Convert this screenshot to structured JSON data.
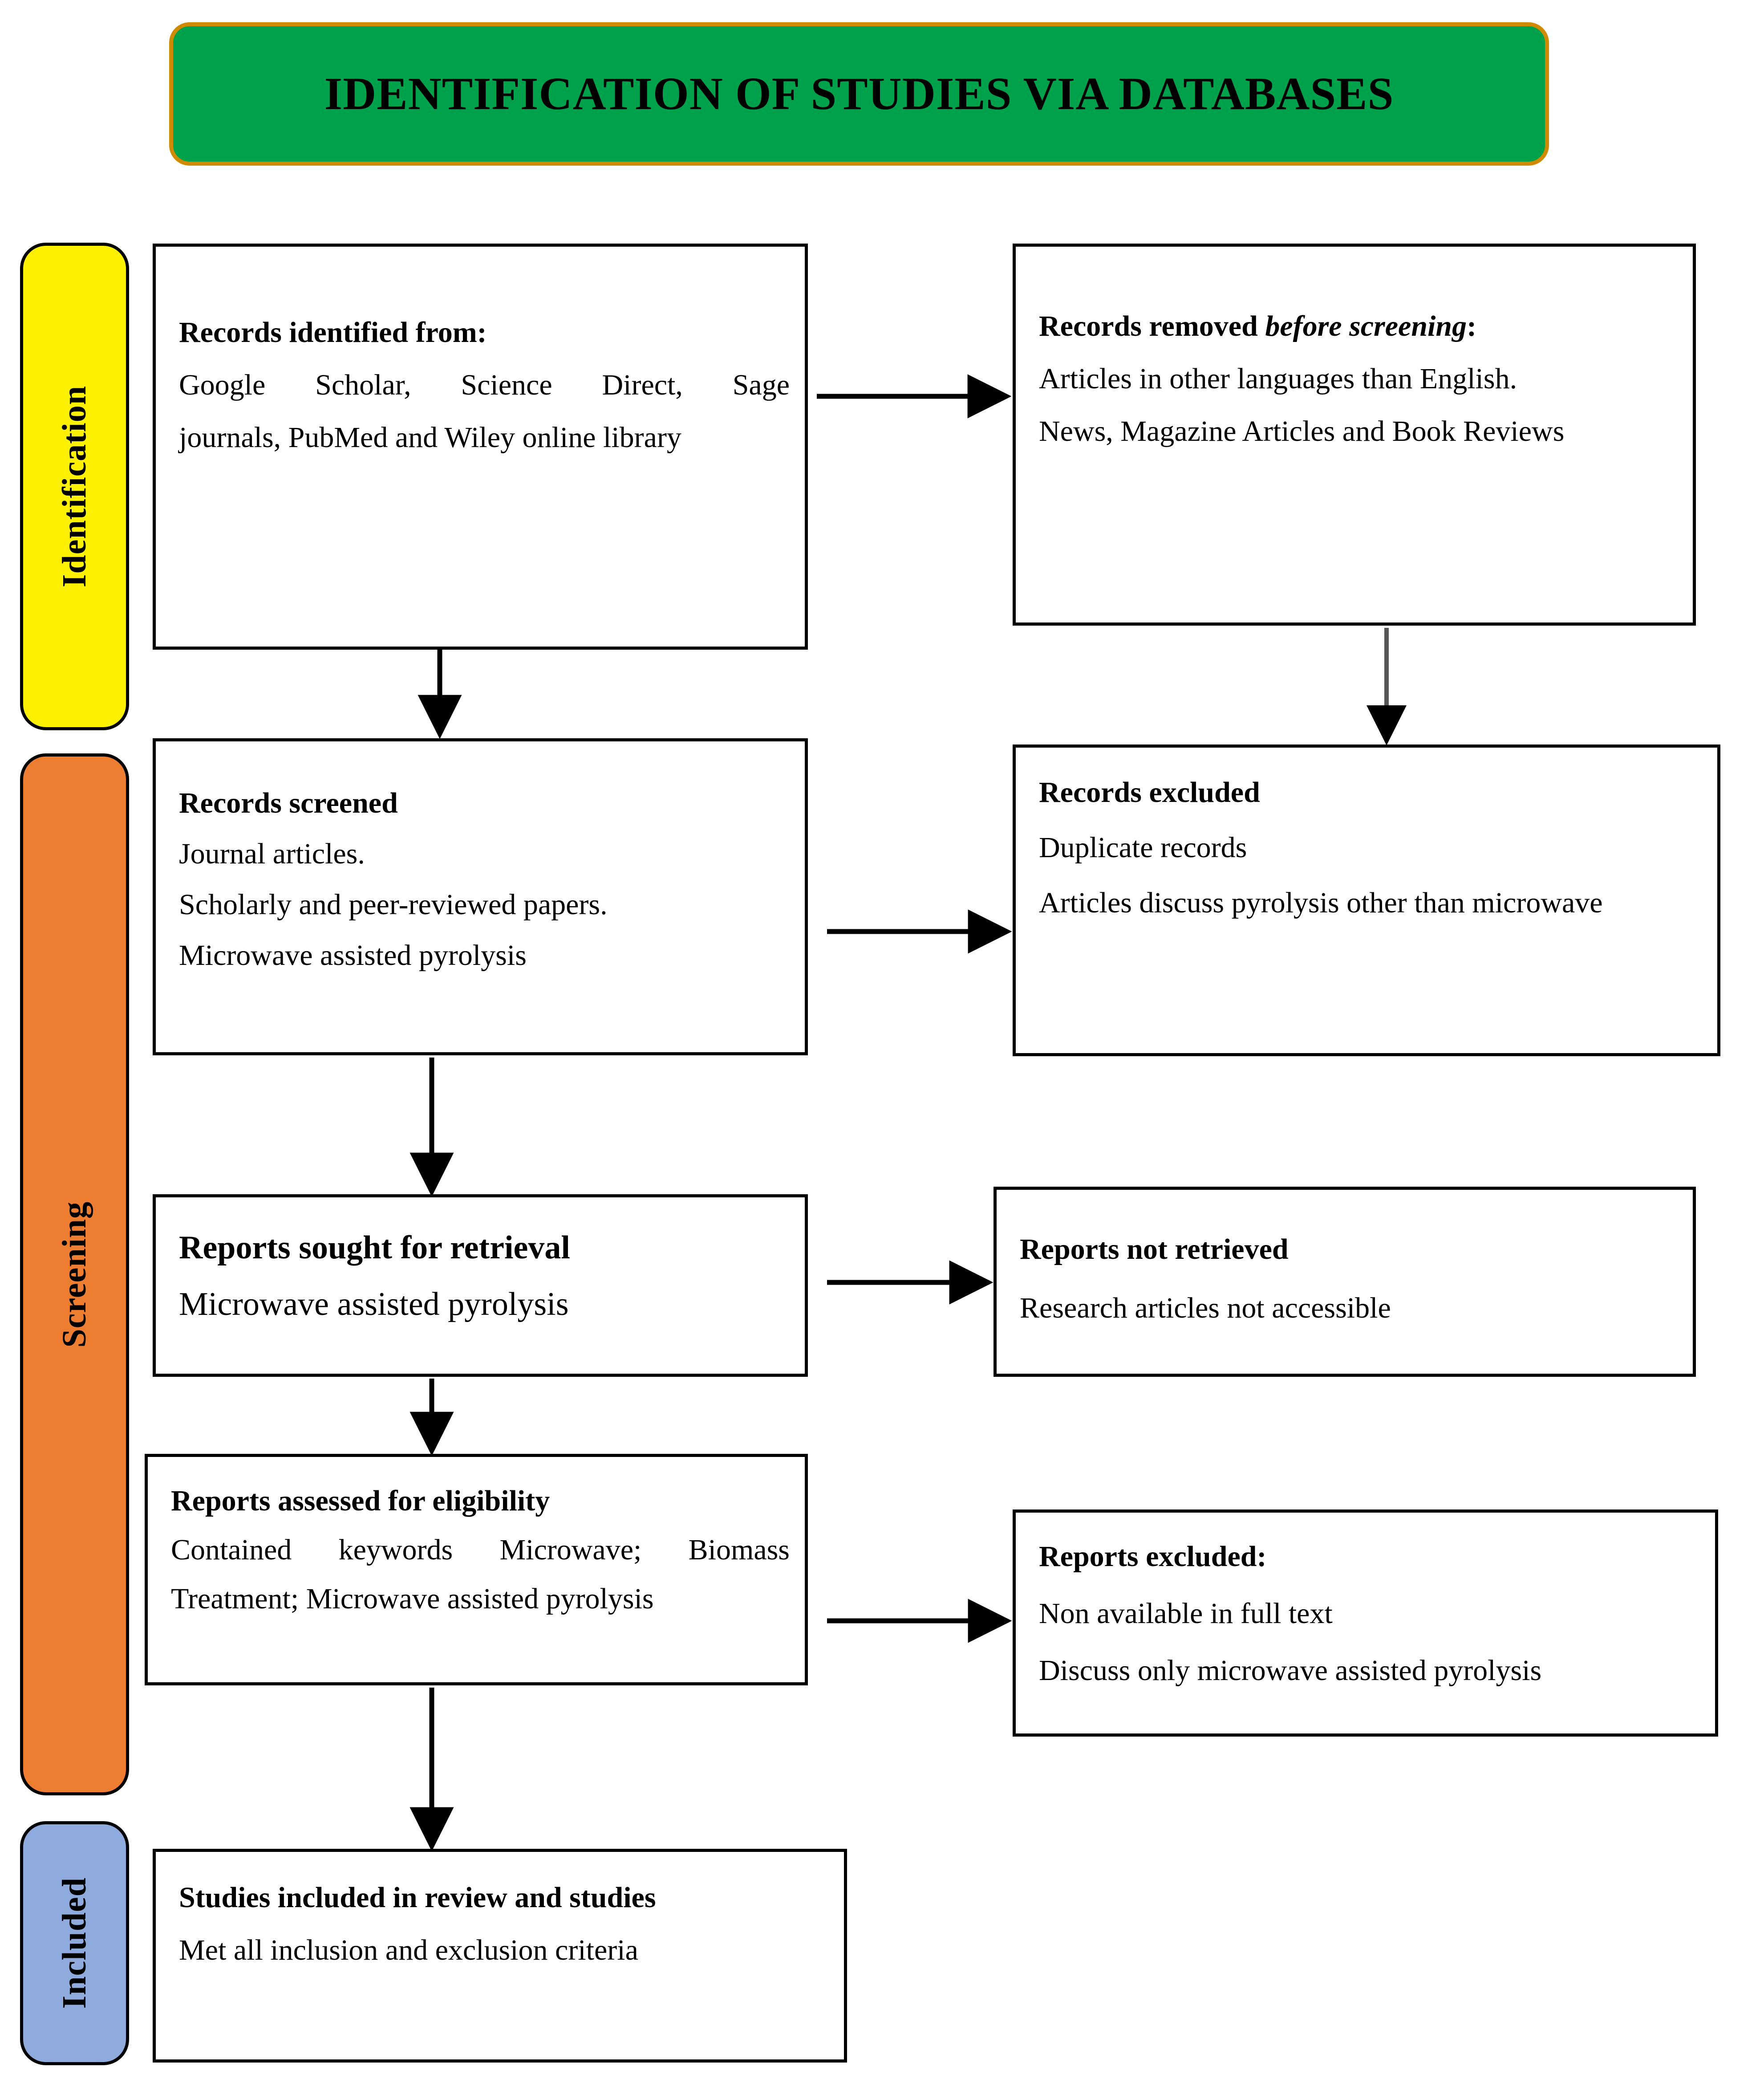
{
  "title": {
    "text": "IDENTIFICATION OF STUDIES VIA DATABASES",
    "background_color": "#00A14B",
    "border_color": "#D08A00"
  },
  "stages": [
    {
      "label": "Identification",
      "color": "#FFF200"
    },
    {
      "label": "Screening",
      "color": "#ED7D31"
    },
    {
      "label": "Included",
      "color": "#8FAADC"
    }
  ],
  "boxes": {
    "records_identified": {
      "heading": "Records identified from:",
      "lines": [
        "Google Scholar, Science Direct, Sage",
        "journals, PubMed and Wiley online library"
      ]
    },
    "records_removed": {
      "heading_prefix": "Records removed ",
      "heading_italic": "before screening",
      "heading_suffix": ":",
      "lines": [
        "Articles in other languages than English.",
        "News, Magazine Articles and Book Reviews"
      ]
    },
    "records_screened": {
      "heading": "Records screened",
      "lines": [
        "Journal articles.",
        "Scholarly and peer-reviewed papers.",
        "Microwave assisted pyrolysis"
      ]
    },
    "records_excluded": {
      "heading": "Records excluded",
      "lines": [
        "Duplicate records",
        "Articles discuss pyrolysis other than microwave"
      ]
    },
    "reports_sought": {
      "heading": "Reports sought for retrieval",
      "lines": [
        "Microwave assisted pyrolysis"
      ]
    },
    "reports_not_retrieved": {
      "heading": "Reports not retrieved",
      "lines": [
        "Research articles not accessible"
      ]
    },
    "reports_assessed": {
      "heading": "Reports assessed for eligibility",
      "lines": [
        "Contained keywords Microwave; Biomass",
        "Treatment; Microwave assisted pyrolysis"
      ]
    },
    "reports_excluded": {
      "heading": "Reports excluded:",
      "lines": [
        "Non available in full text",
        "Discuss only microwave assisted pyrolysis"
      ]
    },
    "studies_included": {
      "heading": "Studies included in review and studies",
      "lines": [
        "Met all inclusion and exclusion criteria"
      ]
    }
  },
  "connectors": [
    {
      "name": "identified-to-removed",
      "direction": "right"
    },
    {
      "name": "identified-to-screened",
      "direction": "down"
    },
    {
      "name": "removed-to-excluded",
      "direction": "down"
    },
    {
      "name": "screened-to-excluded",
      "direction": "right"
    },
    {
      "name": "screened-to-sought",
      "direction": "down"
    },
    {
      "name": "sought-to-not-retrieved",
      "direction": "right"
    },
    {
      "name": "sought-to-assessed",
      "direction": "down"
    },
    {
      "name": "assessed-to-excluded",
      "direction": "right"
    },
    {
      "name": "assessed-to-included",
      "direction": "down"
    }
  ]
}
